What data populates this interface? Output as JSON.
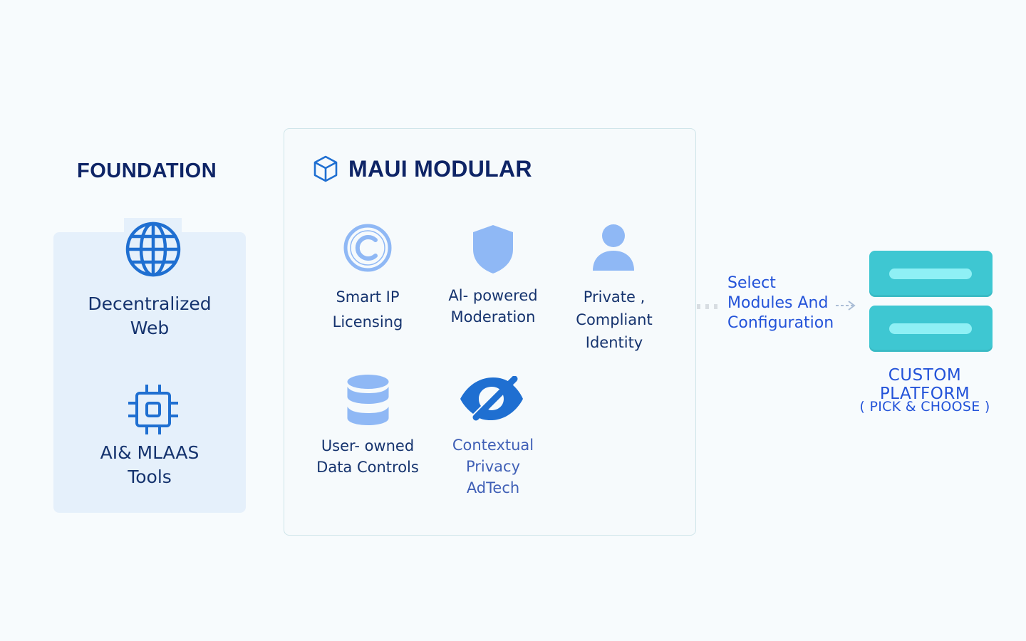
{
  "foundation": {
    "title": "FOUNDATION",
    "items": [
      {
        "label": "Decentralized\nWeb",
        "icon": "globe-icon"
      },
      {
        "label": "AI& MLAAS\nTools",
        "icon": "chip-icon"
      }
    ]
  },
  "maui": {
    "title": "MAUI MODULAR",
    "icon": "cube-icon",
    "modules": [
      {
        "label": "Smart IP\nLicensing",
        "icon": "copyright-icon"
      },
      {
        "label": "Al- powered\nModeration",
        "icon": "shield-icon"
      },
      {
        "label": "Private ,\nCompliant\nIdentity",
        "icon": "user-icon"
      },
      {
        "label": "User- owned\nData Controls",
        "icon": "database-icon"
      },
      {
        "label": "Contextual\nPrivacy\nAdTech",
        "icon": "eye-slash-icon"
      }
    ]
  },
  "connector": {
    "label": "Select\nModules And\nConfiguration",
    "icon": "arrow-right-icon"
  },
  "custom_platform": {
    "title": "CUSTOM PLATFORM",
    "subtitle": "( PICK & CHOOSE )",
    "icon": "server-stack-icon"
  },
  "colors": {
    "navy": "#0e2466",
    "blue_text": "#2353d9",
    "panel_bg": "#e5f0fb",
    "icon_blue": "#1f6fd1",
    "icon_light_blue": "#8fb8f5",
    "teal": "#3ec7d2"
  }
}
